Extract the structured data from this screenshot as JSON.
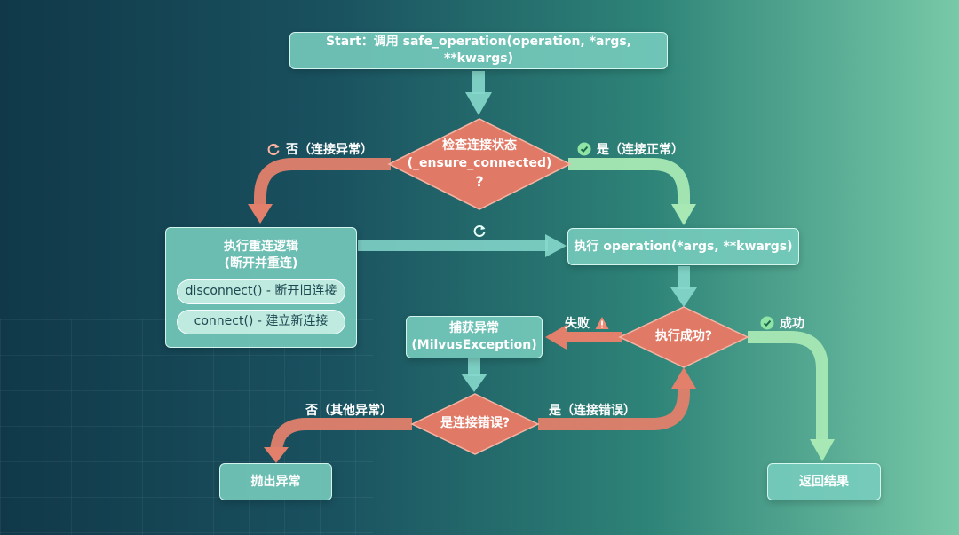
{
  "nodes": {
    "start": "Start：调用 safe_operation(operation, *args, **kwargs)",
    "check_title": "检查连接状态",
    "check_sub": "(_ensure_connected)",
    "check_q": "?",
    "reconnect_title": "执行重连逻辑",
    "reconnect_sub": "(断开并重连)",
    "reconnect_step1": "disconnect() - 断开旧连接",
    "reconnect_step2": "connect() - 建立新连接",
    "execute": "执行 operation(*args, **kwargs)",
    "success_q": "执行成功?",
    "catch_title": "捕获异常",
    "catch_sub": "(MilvusException)",
    "conn_err_q": "是连接错误?",
    "throw": "抛出异常",
    "return": "返回结果"
  },
  "edges": {
    "no_conn": "否（连接异常）",
    "yes_conn": "是（连接正常）",
    "fail": "失败",
    "success": "成功",
    "no_other": "否（其他异常）",
    "yes_conn_err": "是（连接错误）"
  },
  "icons": {
    "no_conn": "refresh-icon",
    "yes_conn": "check-circle-icon",
    "reconnect_loop": "refresh-icon",
    "fail": "warning-icon",
    "success": "check-circle-icon"
  },
  "colors": {
    "box_fill": "#78cdbe",
    "diamond_fill": "#e07a66",
    "teal_arrow": "#86d8cc",
    "red_arrow": "#e2806c",
    "green_arrow": "#a8e8b4"
  }
}
